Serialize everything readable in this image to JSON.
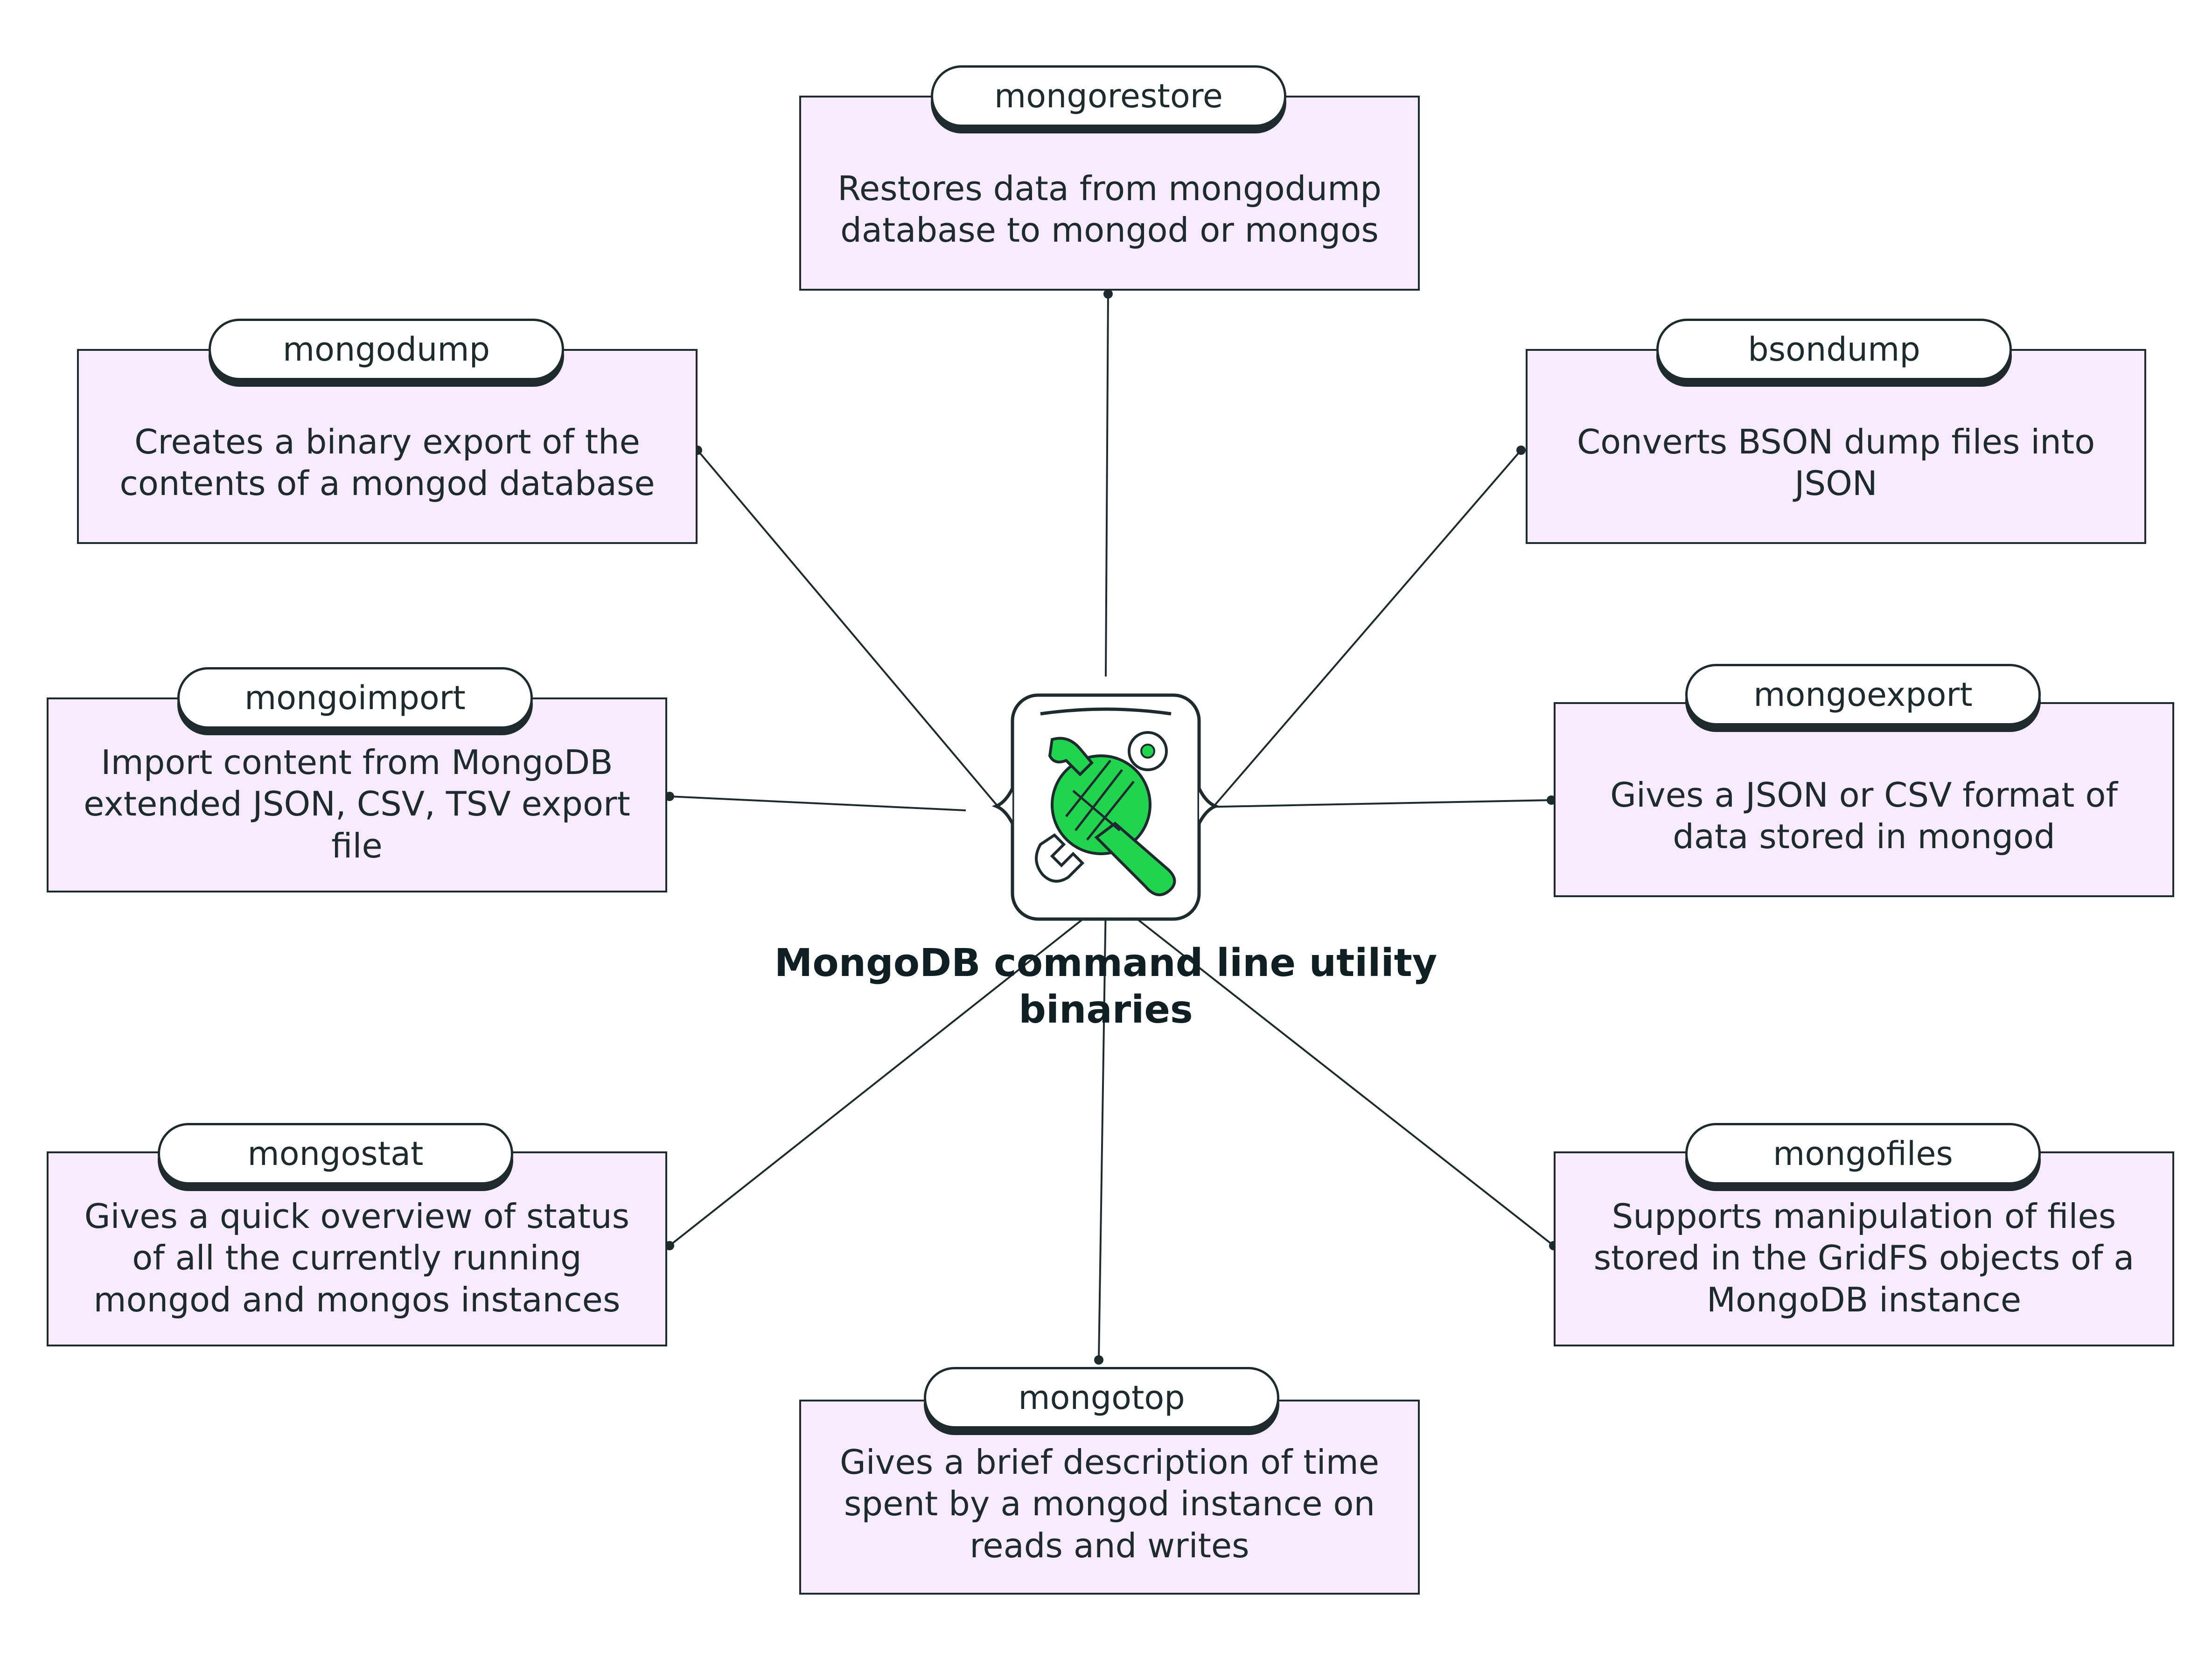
{
  "title": "MongoDB command line utility binaries",
  "colors": {
    "card_fill": "#f7eafa",
    "outline": "#1d2b2e",
    "icon_green": "#22d34f",
    "pill_fill": "#ffffff"
  },
  "hub": {
    "icon": "wrench-gear-icon"
  },
  "utilities": [
    {
      "name": "mongorestore",
      "description": "Restores data from mongodump database to mongod or mongos"
    },
    {
      "name": "mongodump",
      "description": "Creates a binary export of the contents of a mongod database"
    },
    {
      "name": "bsondump",
      "description": "Converts BSON dump files into JSON"
    },
    {
      "name": "mongoimport",
      "description": "Import content from MongoDB extended JSON, CSV, TSV export file"
    },
    {
      "name": "mongoexport",
      "description": "Gives a JSON or CSV format of data stored in mongod"
    },
    {
      "name": "mongostat",
      "description": "Gives a quick overview of status of all the currently running mongod and mongos instances"
    },
    {
      "name": "mongofiles",
      "description": "Supports manipulation of files stored in the GridFS objects of a MongoDB instance"
    },
    {
      "name": "mongotop",
      "description": "Gives a brief description of time spent by a mongod instance on reads and writes"
    }
  ]
}
